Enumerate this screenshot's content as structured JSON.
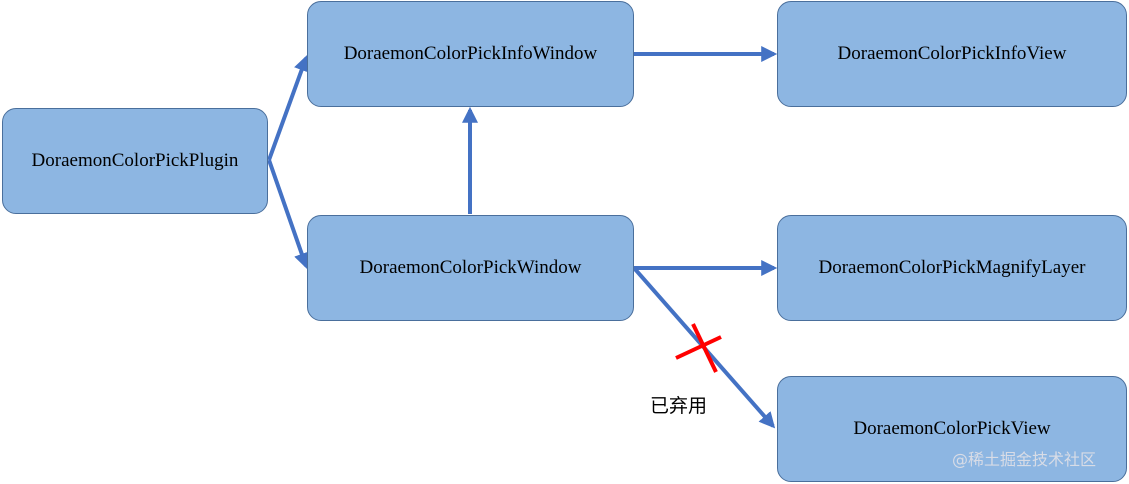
{
  "nodes": {
    "plugin": "DoraemonColorPickPlugin",
    "info_window": "DoraemonColorPickInfoWindow",
    "info_view": "DoraemonColorPickInfoView",
    "window": "DoraemonColorPickWindow",
    "magnify_layer": "DoraemonColorPickMagnifyLayer",
    "pick_view": "DoraemonColorPickView"
  },
  "edges": [
    {
      "from": "plugin",
      "to": "info_window"
    },
    {
      "from": "plugin",
      "to": "window"
    },
    {
      "from": "window",
      "to": "info_window"
    },
    {
      "from": "info_window",
      "to": "info_view"
    },
    {
      "from": "window",
      "to": "magnify_layer"
    },
    {
      "from": "window",
      "to": "pick_view",
      "deprecated": true
    }
  ],
  "deprecated_label": "已弃用",
  "watermark": "@稀土掘金技术社区",
  "colors": {
    "node_fill": "#8db6e2",
    "node_border": "#4a6f9c",
    "arrow": "#4472c4",
    "cross": "#ff0000"
  }
}
